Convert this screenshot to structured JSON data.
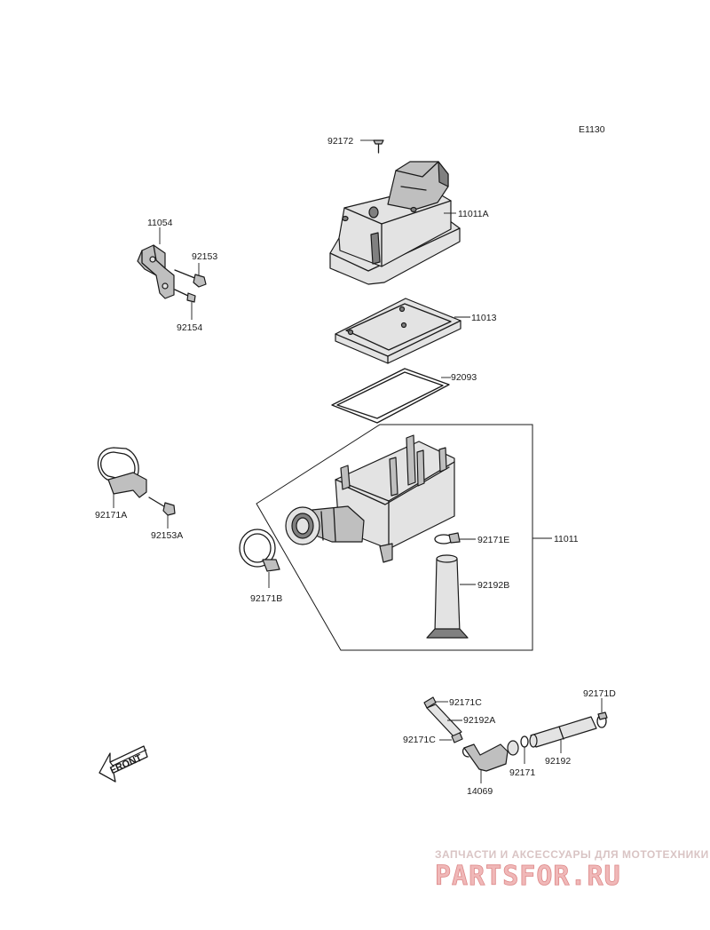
{
  "diagram": {
    "code": "E1130",
    "front_label": "FRONT",
    "labels": {
      "p92172": "92172",
      "p11011A": "11011A",
      "p11054": "11054",
      "p92153": "92153",
      "p92154": "92154",
      "p11013": "11013",
      "p92093": "92093",
      "p92171A": "92171A",
      "p92153A": "92153A",
      "p92171E": "92171E",
      "p11011": "11011",
      "p92171B": "92171B",
      "p92192B": "92192B",
      "p92171C_top": "92171C",
      "p92192A": "92192A",
      "p92171C_bot": "92171C",
      "p92171D": "92171D",
      "p92192": "92192",
      "p92171": "92171",
      "p14069": "14069"
    }
  },
  "watermark": {
    "tagline": "ЗАПЧАСТИ И АКСЕССУАРЫ ДЛЯ МОТОТЕХНИКИ",
    "logo": "PARTSFOR.RU"
  }
}
